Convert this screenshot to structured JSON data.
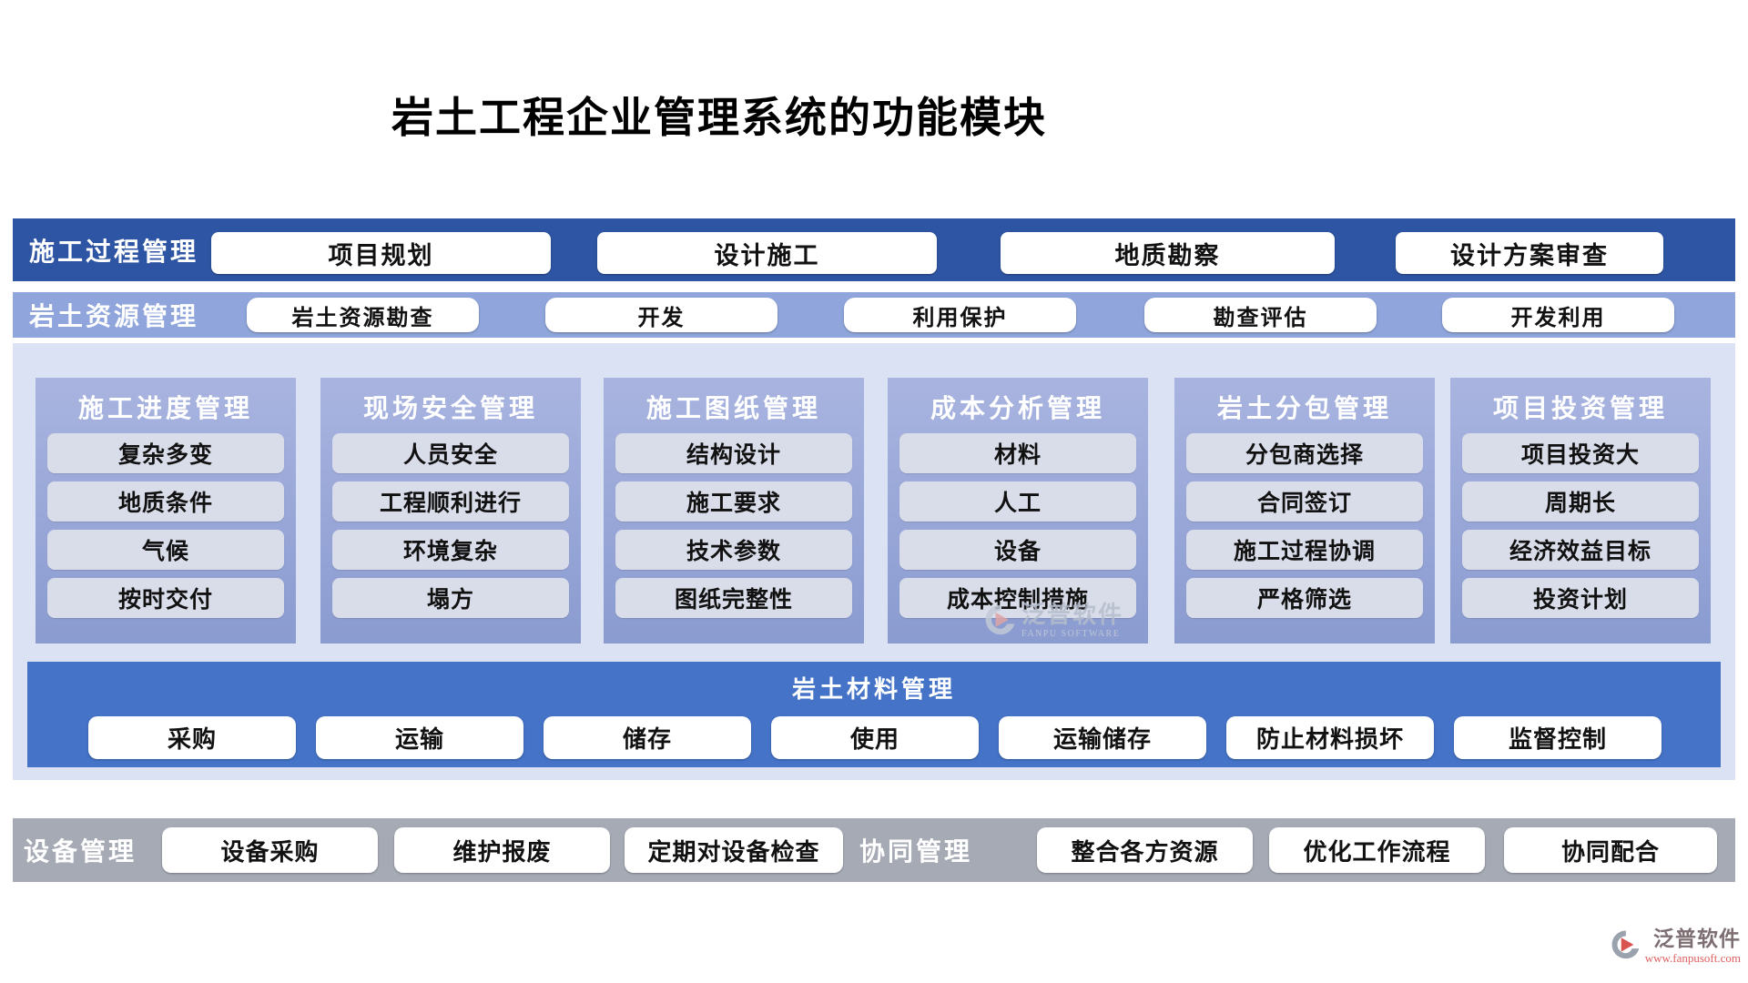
{
  "page": {
    "title": "岩土工程企业管理系统的功能模块"
  },
  "rows": {
    "construction_process": {
      "label": "施工过程管理",
      "items": [
        "项目规划",
        "设计施工",
        "地质勘察",
        "设计方案审查"
      ]
    },
    "geotech_resource": {
      "label": "岩土资源管理",
      "items": [
        "岩土资源勘查",
        "开发",
        "利用保护",
        "勘查评估",
        "开发利用"
      ]
    }
  },
  "columns": [
    {
      "title": "施工进度管理",
      "items": [
        "复杂多变",
        "地质条件",
        "气候",
        "按时交付"
      ]
    },
    {
      "title": "现场安全管理",
      "items": [
        "人员安全",
        "工程顺利进行",
        "环境复杂",
        "塌方"
      ]
    },
    {
      "title": "施工图纸管理",
      "items": [
        "结构设计",
        "施工要求",
        "技术参数",
        "图纸完整性"
      ]
    },
    {
      "title": "成本分析管理",
      "items": [
        "材料",
        "人工",
        "设备",
        "成本控制措施"
      ]
    },
    {
      "title": "岩土分包管理",
      "items": [
        "分包商选择",
        "合同签订",
        "施工过程协调",
        "严格筛选"
      ]
    },
    {
      "title": "项目投资管理",
      "items": [
        "项目投资大",
        "周期长",
        "经济效益目标",
        "投资计划"
      ]
    }
  ],
  "material": {
    "title": "岩土材料管理",
    "items": [
      "采购",
      "运输",
      "储存",
      "使用",
      "运输储存",
      "防止材料损坏",
      "监督控制"
    ]
  },
  "bottom": {
    "equipment": {
      "label": "设备管理",
      "items": [
        "设备采购",
        "维护报废",
        "定期对设备检查"
      ]
    },
    "collaboration": {
      "label": "协同管理",
      "items": [
        "整合各方资源",
        "优化工作流程",
        "协同配合"
      ]
    }
  },
  "watermark": {
    "name": "泛普软件",
    "sub": "FANPU SOFTWARE"
  },
  "logo": {
    "name": "泛普软件",
    "url": "www.fanpusoft.com"
  },
  "colors": {
    "row1_bg": "#2e55a3",
    "row2_bg": "#8fa5db",
    "section_bg": "#dae2f4",
    "panel_top": "#a9b4e0",
    "panel_bottom": "#8a9bd0",
    "panel_item_bg": "#d9dde9",
    "material_bg": "#4473c7",
    "gray_row_bg": "#a5aab4",
    "logo_red": "#e06060"
  }
}
